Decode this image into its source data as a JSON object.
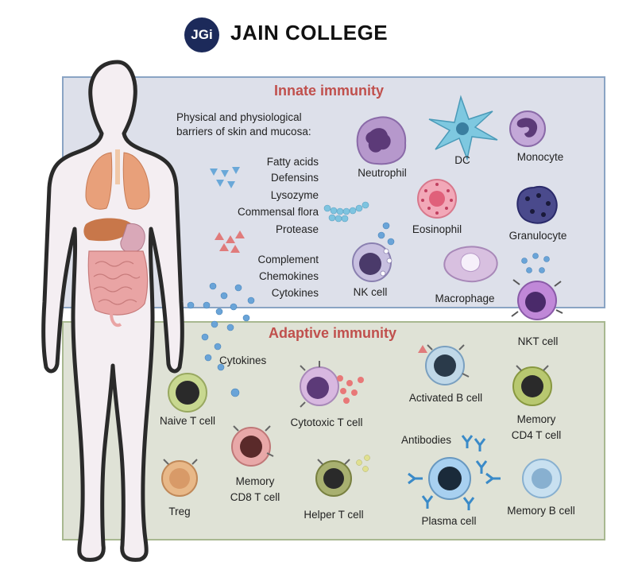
{
  "header": {
    "logo_text": "JGi",
    "title": "JAIN COLLEGE"
  },
  "innate": {
    "title": "Innate immunity",
    "barriers": [
      "Physical and physiological",
      "barriers of skin and mucosa:"
    ],
    "molecules1": [
      "Fatty acids",
      "Defensins",
      "Lysozyme",
      "Commensal flora",
      "Protease"
    ],
    "molecules2": [
      "Complement",
      "Chemokines",
      "Cytokines"
    ],
    "cells": {
      "neutrophil": "Neutrophil",
      "dc": "DC",
      "monocyte": "Monocyte",
      "eosinophil": "Eosinophil",
      "granulocyte": "Granulocyte",
      "nk": "NK cell",
      "macrophage": "Macrophage",
      "nkt": "NKT cell"
    }
  },
  "adaptive": {
    "title": "Adaptive immunity",
    "cytokines": "Cytokines",
    "antibodies": "Antibodies",
    "cells": {
      "naive_t": "Naive T cell",
      "cytotoxic_t": "Cytotoxic T cell",
      "activated_b": "Activated B cell",
      "memory_cd4": [
        "Memory",
        "CD4 T cell"
      ],
      "memory_cd8": [
        "Memory",
        "CD8 T cell"
      ],
      "treg": "Treg",
      "helper_t": "Helper T cell",
      "plasma": "Plasma cell",
      "memory_b": "Memory B cell"
    }
  },
  "colors": {
    "brand_navy": "#1c2a5a",
    "title_red": "#c0504d",
    "innate_bg": "#dde0ea",
    "adaptive_bg": "#dfe2d6"
  }
}
